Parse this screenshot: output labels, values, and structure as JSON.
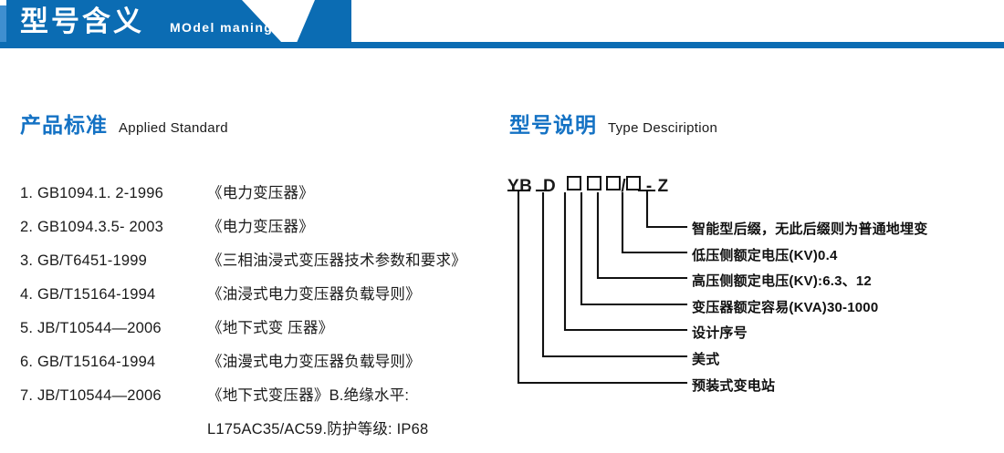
{
  "banner": {
    "title_cn": "型号含义",
    "title_en": "MOdel maning",
    "color": "#0b6cb3",
    "accent_color": "#3f8fd0"
  },
  "sections": {
    "standard": {
      "heading_cn": "产品标准",
      "heading_en": "Applied Standard",
      "heading_color": "#1472c4"
    },
    "type": {
      "heading_cn": "型号说明",
      "heading_en": "Type Desciription",
      "heading_color": "#1472c4"
    }
  },
  "standards": [
    {
      "code": "1. GB1094.1. 2-1996",
      "name": "《电力变压器》"
    },
    {
      "code": "2. GB1094.3.5- 2003",
      "name": "《电力变压器》"
    },
    {
      "code": "3. GB/T6451-1999",
      "name": "《三相油浸式变压器技术参数和要求》"
    },
    {
      "code": "4. GB/T15164-1994",
      "name": "《油浸式电力变压器负载导则》"
    },
    {
      "code": "5. JB/T10544—2006",
      "name": "《地下式变 压器》"
    },
    {
      "code": "6. GB/T15164-1994",
      "name": "《油漫式电力变压器负载导则》"
    },
    {
      "code": "7. JB/T10544—2006",
      "name": "《地下式变压器》B.绝缘水平:"
    }
  ],
  "standards_continuation": "L175AC35/AC59.防护等级: IP68",
  "type_code": {
    "parts": [
      "YB",
      "D",
      "box",
      "box",
      "box",
      "/",
      "box",
      "-",
      "Z"
    ],
    "display": "YB D □□□/□ - Z"
  },
  "type_labels": [
    "智能型后缀，无此后缀则为普通地埋变",
    "低压侧额定电压(KV)0.4",
    "高压侧额定电压(KV):6.3、12",
    "变压器额定容易(KVA)30-1000",
    "设计序号",
    "美式",
    "预装式变电站"
  ]
}
